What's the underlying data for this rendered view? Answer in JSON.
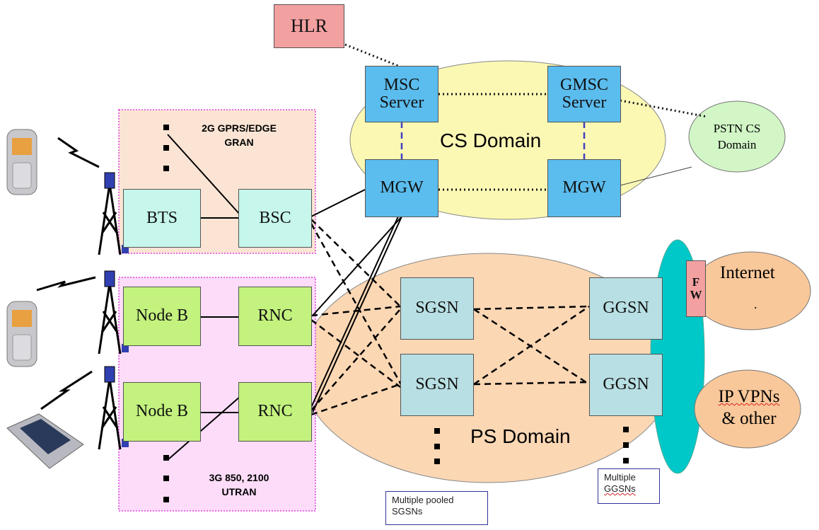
{
  "nodes": {
    "hlr": "HLR",
    "msc_line1": "MSC",
    "msc_line2": "Server",
    "gmsc_line1": "GMSC",
    "gmsc_line2": "Server",
    "mgw_left": "MGW",
    "mgw_right": "MGW",
    "bts": "BTS",
    "bsc": "BSC",
    "nodeb_top": "Node B",
    "rnc_top": "RNC",
    "nodeb_bottom": "Node B",
    "rnc_bottom": "RNC",
    "sgsn_top": "SGSN",
    "sgsn_bottom": "SGSN",
    "ggsn_top": "GGSN",
    "ggsn_bottom": "GGSN",
    "firewall_line1": "F",
    "firewall_line2": "W"
  },
  "domains": {
    "cs": "CS Domain",
    "ps": "PS Domain",
    "pstn_line1": "PSTN CS",
    "pstn_line2": "Domain",
    "internet": "Internet",
    "internet_dot": ".",
    "ipvpn_line1": "IP VPNs",
    "ipvpn_line2": "& other"
  },
  "regions": {
    "gran_line1": "2G GPRS/EDGE",
    "gran_line2": "GRAN",
    "utran_line1": "3G 850, 2100",
    "utran_line2": "UTRAN"
  },
  "notes": {
    "sgsn_line1": "Multiple pooled",
    "sgsn_line2": "SGSNs",
    "ggsn_line1": "Multiple",
    "ggsn_line2": "GGSNs"
  },
  "colors": {
    "hlr": "#f2a0a0",
    "core_node": "#5bbcee",
    "access_node": "#c3f27e",
    "bts": "#c6f6ec",
    "packet_node": "#b8dfe3",
    "cs_domain": "#fbf8b4",
    "ps_domain": "#fbd7b4",
    "pstn": "#d2f6c6",
    "internet": "#f9c89a",
    "backbone": "#00c8c8",
    "gran_region": "#fbe4d4",
    "utran_region": "#fcdcf8",
    "region_border": "#e040e0"
  }
}
